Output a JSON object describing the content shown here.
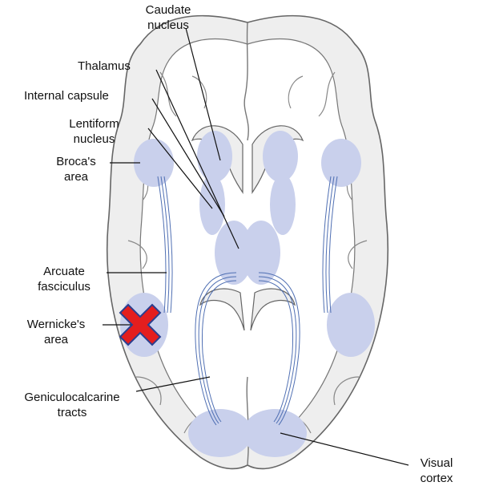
{
  "labels": {
    "caudate": [
      "Caudate",
      "nucleus"
    ],
    "thalamus": "Thalamus",
    "internal_capsule": "Internal capsule",
    "lentiform": [
      "Lentiform",
      "nucleus"
    ],
    "broca": [
      "Broca's",
      "area"
    ],
    "arcuate": [
      "Arcuate",
      "fasciculus"
    ],
    "wernicke": [
      "Wernicke's",
      "area"
    ],
    "geniculo": [
      "Geniculocalcarine",
      "tracts"
    ],
    "visual": [
      "Visual",
      "cortex"
    ]
  },
  "colors": {
    "region_fill": "#c9d0ec",
    "tract": "#4f6fb3",
    "brain_fill": "#eeeeee",
    "brain_stroke": "#666666",
    "cross_fill": "#e41e1e",
    "cross_stroke": "#2b3f8f"
  },
  "markers": {
    "lesion": "cross-mark-over-wernickes-area"
  }
}
